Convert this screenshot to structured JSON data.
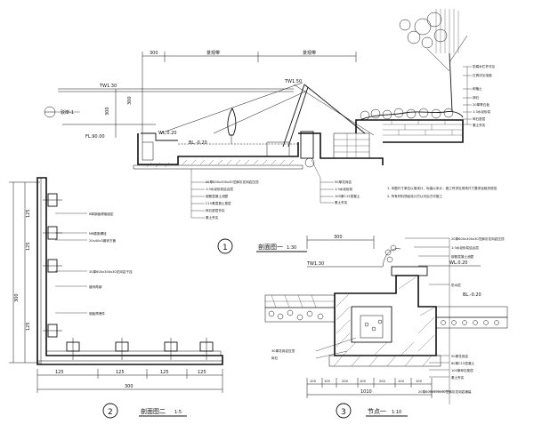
{
  "section_1": {
    "number": "1",
    "title": "剖面图一",
    "scale": "1:30",
    "dims_top": [
      "300",
      "景观带",
      "景观带"
    ],
    "dim_side": [
      "300",
      "300"
    ],
    "level_labels": [
      "TW1.30",
      "TW1.50",
      "FL.90.00",
      "BL.-0.20",
      "WL.0.20"
    ],
    "tag": "驳岸-1",
    "note": "1. 本图尺寸单位以毫米计，标高以米计，施工时详见现场尺寸要求及相关规范",
    "note2": "2. 所有材料须经设计方认可后方可施工",
    "labels_bottom": [
      "20厚600x300x30芝麻灰花岗岩压顶",
      "1:3水泥砂浆结合层",
      "钢筋混凝土池壁",
      "C15素混凝土垫层",
      "碎石垫层夯实",
      "素土夯实"
    ],
    "labels_right": [
      "防腐木栏杆详见",
      "灯具详见电施",
      "种植土",
      "卵石",
      "20厚青石板",
      "1:3水泥砂浆",
      "碎石垫层",
      "素土夯实"
    ],
    "labels_mid": [
      "50厚花岗岩",
      "1:3水泥砂浆",
      "100厚C15混凝土",
      "素土夯实"
    ]
  },
  "section_2": {
    "number": "2",
    "title": "剖面图二",
    "scale": "1:5",
    "dims_left": [
      "125",
      "125",
      "300",
      "125"
    ],
    "dims_bottom": [
      "125",
      "125",
      "125",
      "125"
    ],
    "dim_total": "300",
    "labels": [
      "6厚钢板焊接固定",
      "M8膨胀螺栓",
      "20x40x3镀锌方管",
      "30厚600x300x30花岗岩干挂",
      "镀锌角钢",
      "钢板预埋件"
    ]
  },
  "section_3": {
    "number": "3",
    "title": "节点一",
    "scale": "1:10",
    "dims_top": [
      "300"
    ],
    "dims_bottom": [
      "100",
      "100",
      "200",
      "100",
      "200",
      "100",
      "100"
    ],
    "dim_total": "1010",
    "level_labels": [
      "TW1.30",
      "WL.0.20",
      "BL.-0.20"
    ],
    "labels_right": [
      "20厚600x300x30芝麻灰花岗岩压顶",
      "1:3水泥砂浆结合层",
      "钢筋混凝土池壁",
      "防水层",
      "50厚花岗岩",
      "80厚C15混凝土",
      "100厚碎石垫层",
      "素土夯实",
      "20厚600x300x30芝麻灰花岗岩铺装"
    ],
    "labels_left": [
      "30厚花岗岩压顶",
      "砾石"
    ]
  }
}
